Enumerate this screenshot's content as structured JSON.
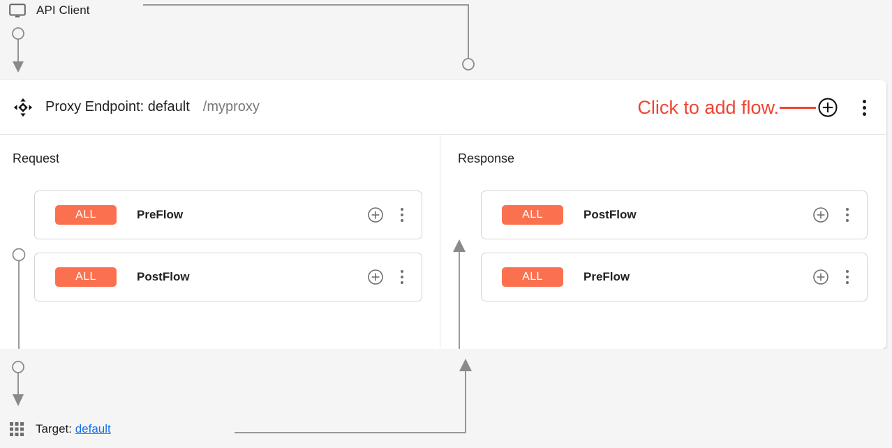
{
  "colors": {
    "badge_orange": "#fb7150",
    "annotation_red": "#f04433",
    "link_blue": "#1a73e8",
    "connector_gray": "#8a8a8a",
    "panel_bg": "#ffffff",
    "canvas_bg": "#f5f5f5"
  },
  "top": {
    "client_label": "API Client",
    "client_icon": "monitor-icon"
  },
  "proxy": {
    "drag_icon": "move-icon",
    "title": "Proxy Endpoint: default",
    "basepath": "/myproxy",
    "annotation": "Click to add flow.",
    "add_flow_icon": "plus-circle-icon",
    "more_menu_icon": "more-vert-icon"
  },
  "columns": [
    {
      "key": "request",
      "title": "Request",
      "direction": "down",
      "flows": [
        {
          "badge": "ALL",
          "name": "PreFlow",
          "add_icon": "plus-circle-icon",
          "menu_icon": "more-vert-icon"
        },
        {
          "badge": "ALL",
          "name": "PostFlow",
          "add_icon": "plus-circle-icon",
          "menu_icon": "more-vert-icon"
        }
      ]
    },
    {
      "key": "response",
      "title": "Response",
      "direction": "up",
      "flows": [
        {
          "badge": "ALL",
          "name": "PostFlow",
          "add_icon": "plus-circle-icon",
          "menu_icon": "more-vert-icon"
        },
        {
          "badge": "ALL",
          "name": "PreFlow",
          "add_icon": "plus-circle-icon",
          "menu_icon": "more-vert-icon"
        }
      ]
    }
  ],
  "bottom": {
    "target_icon": "grid-icon",
    "target_prefix": "Target:",
    "target_name": "default"
  }
}
